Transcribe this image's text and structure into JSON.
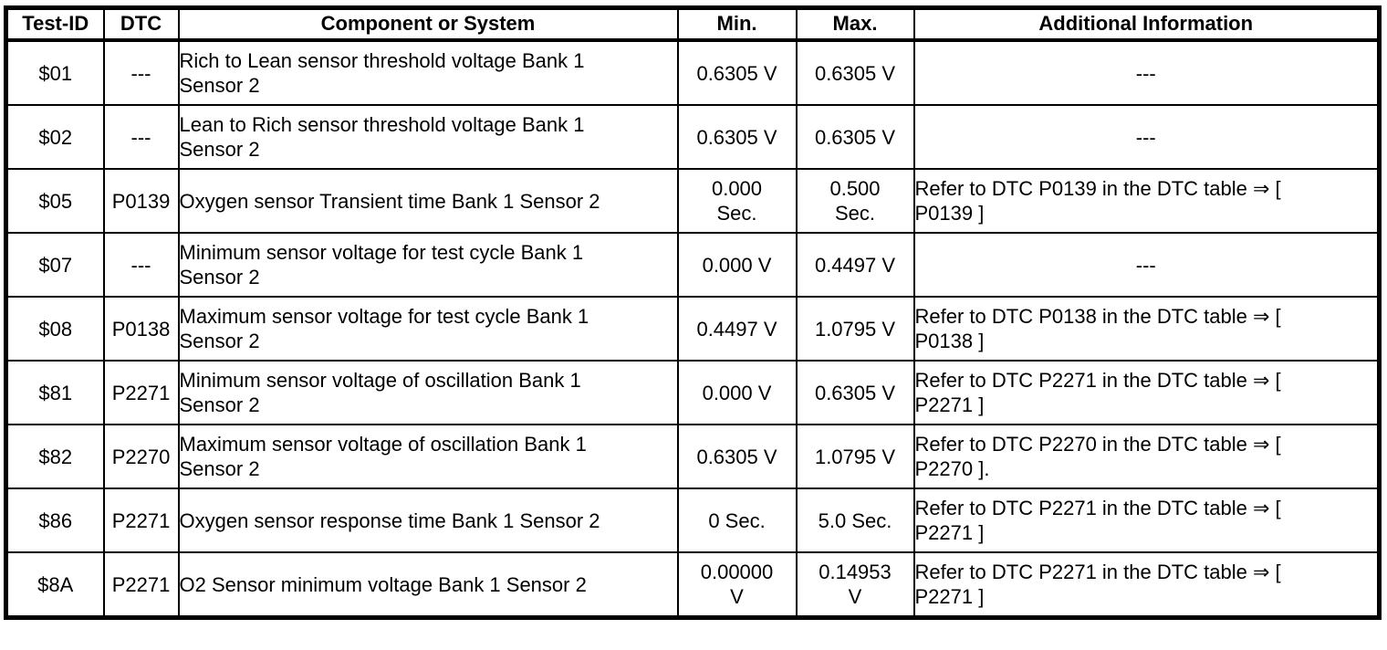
{
  "table": {
    "name": "on-board-diagnostic-test-results",
    "colors": {
      "background": "#ffffff",
      "text": "#000000",
      "border": "#000000"
    },
    "headers": [
      "Test-ID",
      "DTC",
      "Component or System",
      "Min.",
      "Max.",
      "Additional Information"
    ],
    "rows": [
      {
        "test_id": "$01",
        "dtc": "---",
        "component": "Rich to Lean sensor threshold voltage Bank 1\nSensor 2",
        "min": "0.6305 V",
        "max": "0.6305 V",
        "info": "---",
        "info_center": true
      },
      {
        "test_id": "$02",
        "dtc": "---",
        "component": "Lean to Rich sensor threshold voltage Bank 1\nSensor 2",
        "min": "0.6305 V",
        "max": "0.6305 V",
        "info": "---",
        "info_center": true
      },
      {
        "test_id": "$05",
        "dtc": "P0139",
        "component": "Oxygen sensor Transient time Bank 1 Sensor 2",
        "min": "0.000\nSec.",
        "max": "0.500\nSec.",
        "info": "Refer to DTC P0139 in the DTC table ⇒ [\nP0139 ]",
        "info_center": false
      },
      {
        "test_id": "$07",
        "dtc": "---",
        "component": "Minimum sensor voltage for test cycle Bank 1\nSensor 2",
        "min": "0.000 V",
        "max": "0.4497 V",
        "info": "---",
        "info_center": true
      },
      {
        "test_id": "$08",
        "dtc": "P0138",
        "component": "Maximum sensor voltage for test cycle Bank 1\nSensor 2",
        "min": "0.4497 V",
        "max": "1.0795 V",
        "info": "Refer to DTC P0138 in the DTC table ⇒ [\nP0138 ]",
        "info_center": false
      },
      {
        "test_id": "$81",
        "dtc": "P2271",
        "component": "Minimum sensor voltage of oscillation Bank 1\nSensor 2",
        "min": "0.000 V",
        "max": "0.6305 V",
        "info": "Refer to DTC P2271 in the DTC table ⇒ [\nP2271 ]",
        "info_center": false
      },
      {
        "test_id": "$82",
        "dtc": "P2270",
        "component": "Maximum sensor voltage of oscillation Bank 1\nSensor 2",
        "min": "0.6305 V",
        "max": "1.0795 V",
        "info": "Refer to DTC P2270 in the DTC table ⇒ [\nP2270 ].",
        "info_center": false
      },
      {
        "test_id": "$86",
        "dtc": "P2271",
        "component": "Oxygen sensor response time Bank 1 Sensor 2",
        "min": "0 Sec.",
        "max": "5.0 Sec.",
        "info": "Refer to DTC P2271 in the DTC table ⇒ [\nP2271 ]",
        "info_center": false
      },
      {
        "test_id": "$8A",
        "dtc": "P2271",
        "component": "O2 Sensor minimum voltage Bank 1 Sensor 2",
        "min": "0.00000\nV",
        "max": "0.14953\nV",
        "info": "Refer to DTC P2271 in the DTC table ⇒ [\nP2271 ]",
        "info_center": false
      }
    ]
  }
}
